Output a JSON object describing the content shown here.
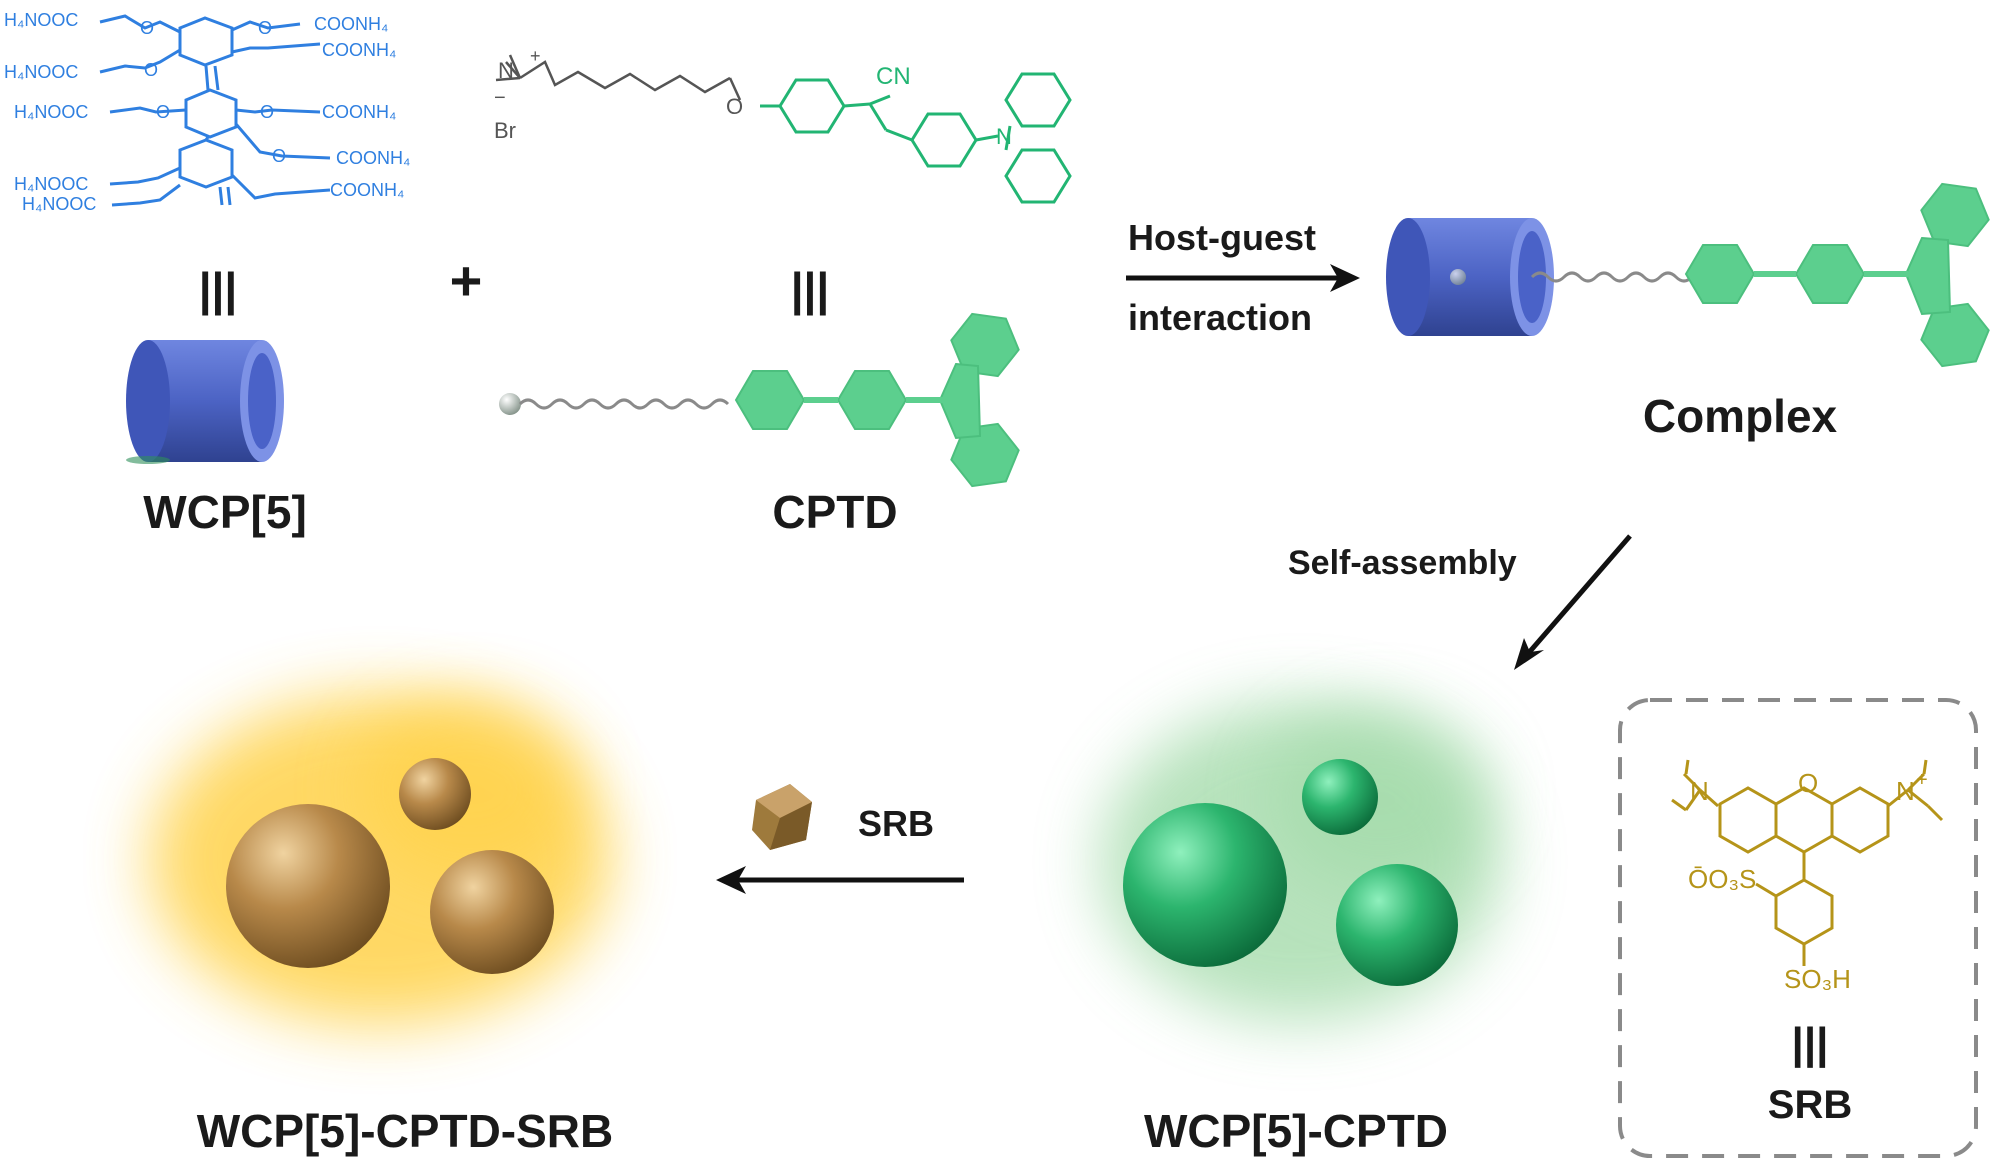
{
  "labels": {
    "wcp5": "WCP[5]",
    "cptd": "CPTD",
    "complex": "Complex",
    "host_guest_line1": "Host-guest",
    "host_guest_line2": "interaction",
    "self_assembly": "Self-assembly",
    "srb_arrow": "SRB",
    "srb_box": "SRB",
    "wcp5_cptd": "WCP[5]-CPTD",
    "wcp5_cptd_srb": "WCP[5]-CPTD-SRB",
    "plus": "+",
    "equiv": "|||"
  },
  "wcp5_structure": {
    "left_groups": [
      "H₄NOOC",
      "H₄NOOC",
      "H₄NOOC",
      "H₄NOOC",
      "H₄NOOC"
    ],
    "right_groups": [
      "COONH₄",
      "COONH₄",
      "COONH₄",
      "COONH₄",
      "COONH₄"
    ],
    "oxygen": "O"
  },
  "cptd_structure": {
    "ammonium": "N",
    "charge_plus": "+",
    "bromide": "Br",
    "charge_minus": "−",
    "ether_o": "O",
    "nitrile": "CN",
    "carbazole_n": "N"
  },
  "srb_structure": {
    "oxygen": "O",
    "n_left": "N",
    "n_right": "N",
    "charge_plus": "+",
    "sulfonate": "ŌO₃S",
    "sulfonic_acid": "SO₃H"
  },
  "colors": {
    "host_blue": "#4a64c8",
    "guest_green": "#5ccf8e",
    "green_glow": "#9fd9a6",
    "srb_gold": "#b08a4a",
    "yellow_glow": "#ffd24a",
    "chem_blue": "#2f7fe0",
    "chem_green": "#22b573",
    "chem_gold": "#b59419"
  }
}
